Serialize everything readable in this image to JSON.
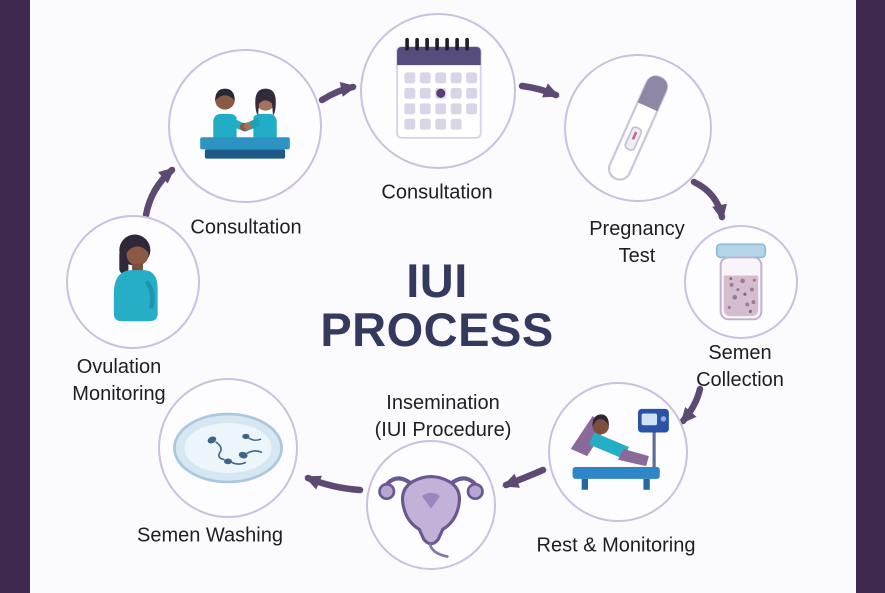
{
  "title": {
    "text": "IUI\nPROCESS"
  },
  "steps": [
    {
      "label": "Consultation",
      "icon": "couple-consultation-icon"
    },
    {
      "label": "Consultation",
      "icon": "calendar-icon"
    },
    {
      "label": "Pregnancy\nTest",
      "icon": "pregnancy-test-icon"
    },
    {
      "label": "Semen Collection",
      "icon": "specimen-jar-icon"
    },
    {
      "label": "Rest & Monitoring",
      "icon": "patient-recliner-icon"
    },
    {
      "label": "Insemination\n(IUI Procedure)",
      "icon": "uterus-icon"
    },
    {
      "label": "Semen Washing",
      "icon": "petri-dish-icon"
    },
    {
      "label": "Ovulation\nMonitoring",
      "icon": "ovulation-person-icon"
    }
  ],
  "connections": [
    [
      7,
      0
    ],
    [
      0,
      1
    ],
    [
      1,
      2
    ],
    [
      2,
      3
    ],
    [
      3,
      4
    ],
    [
      4,
      5
    ],
    [
      5,
      6
    ]
  ],
  "colors": {
    "side_bar": "#40294e",
    "background": "#fbfafd",
    "circle_border": "#cbc0de",
    "arrow": "#5d4a73",
    "title_text": "#343a5e",
    "label_text": "#1e1e22",
    "teal_figure": "#22adc6",
    "table_blue": "#2d93c2"
  }
}
